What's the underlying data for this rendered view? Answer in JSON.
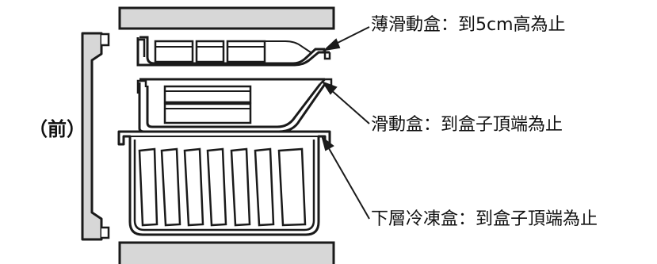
{
  "labels": {
    "front": "（前）",
    "thin_slide_box": "薄滑動盒：到5cm高為止",
    "slide_box": "滑動盒：到盒子頂端為止",
    "lower_freezer_box": "下層冷凍盒：到盒子頂端為止"
  },
  "colors": {
    "stroke": "#1a1a1a",
    "panel_fill": "#d7d7d7",
    "box_fill": "#ffffff"
  }
}
